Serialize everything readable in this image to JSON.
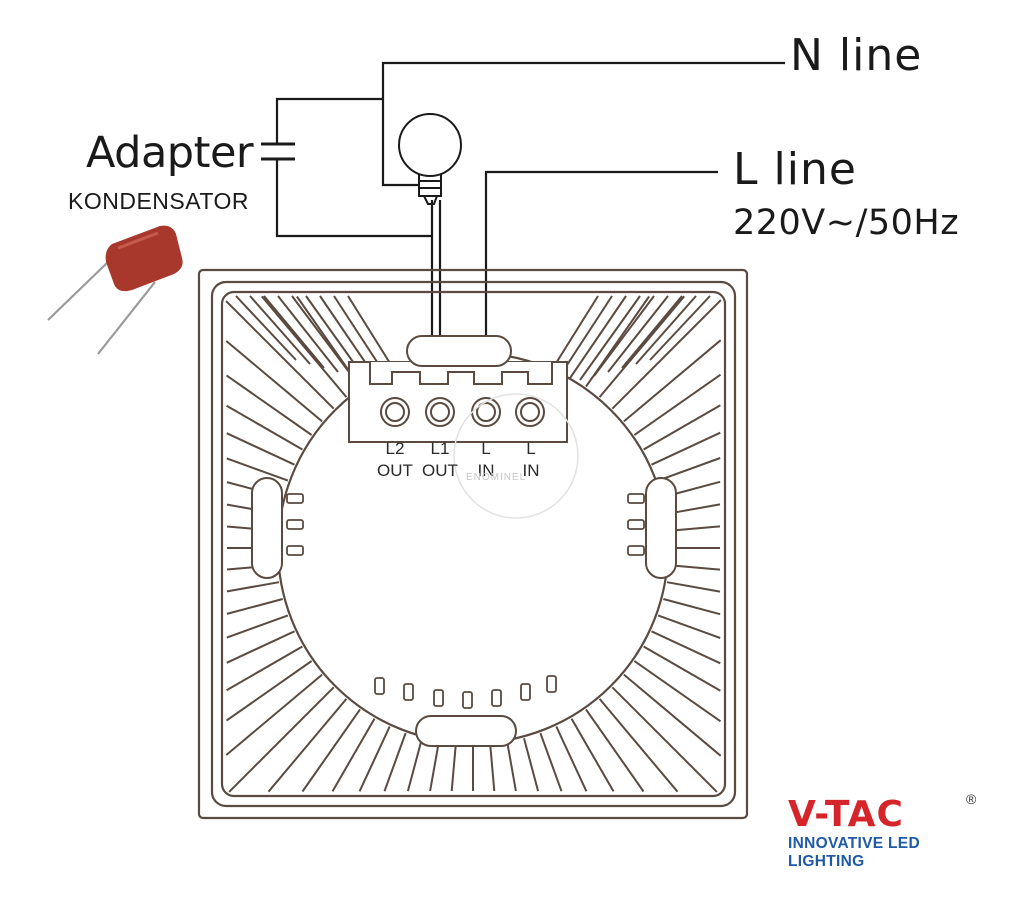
{
  "labels": {
    "n_line": "N   line",
    "l_line": "L   line",
    "voltage": "220V~/50Hz",
    "adapter": "Adapter",
    "kondensator": "KONDENSATOR"
  },
  "terminals": [
    {
      "top": "L2",
      "bottom": "OUT"
    },
    {
      "top": "L1",
      "bottom": "OUT"
    },
    {
      "top": "L",
      "bottom": "IN"
    },
    {
      "top": "L",
      "bottom": "IN"
    }
  ],
  "brand": {
    "name": "V-TAC",
    "registered": "®",
    "tagline": "INNOVATIVE LED LIGHTING"
  },
  "watermark": "ENOMINEL",
  "colors": {
    "wire": "#1a1a1a",
    "capacitor_body": "#a8382c",
    "brand_red": "#d6252a",
    "brand_blue": "#1f5aa6"
  }
}
